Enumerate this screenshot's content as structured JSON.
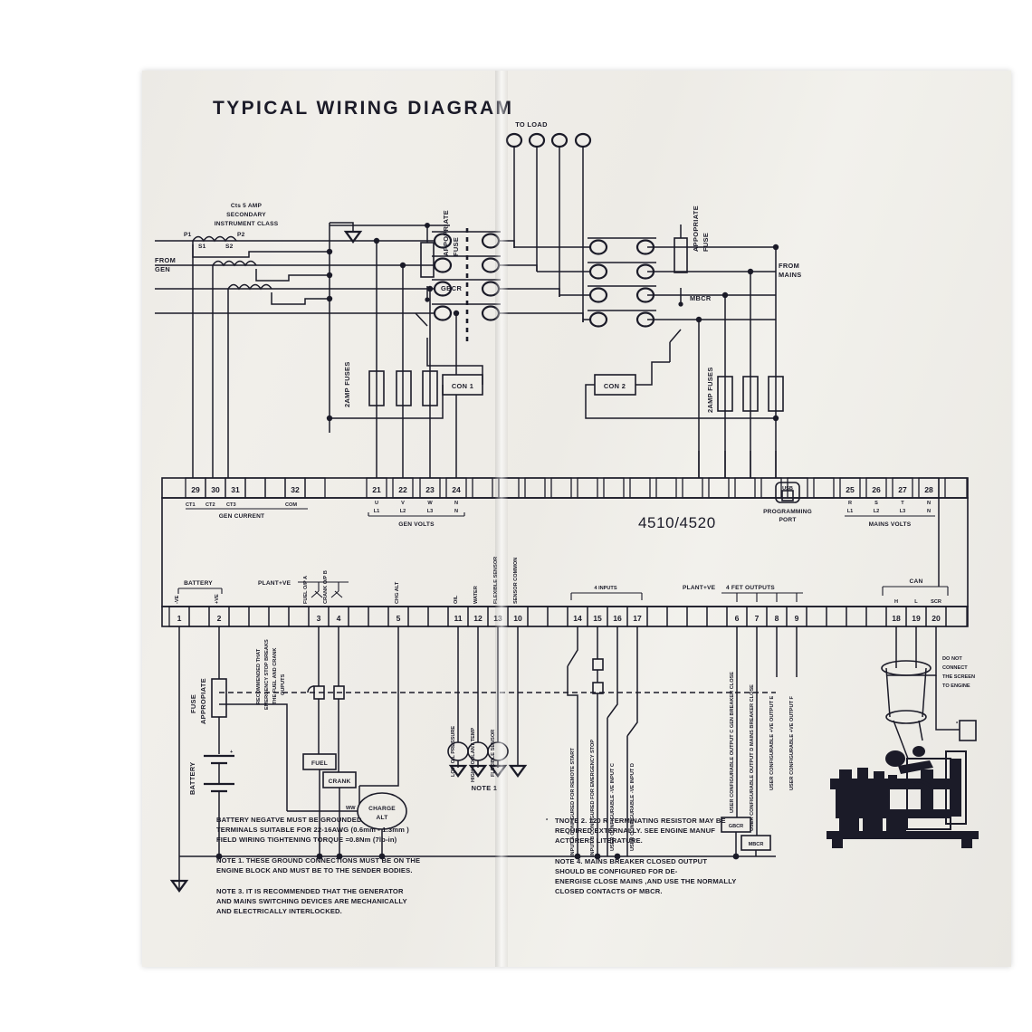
{
  "document": {
    "title": "TYPICAL WIRING DIAGRAM",
    "controller_model": "4510/4520"
  },
  "labels": {
    "to_load": "TO LOAD",
    "from_gen": "FROM GEN",
    "from_mains": "FROM MAINS",
    "ct_note": "Cts 5 AMP SECONDARY INSTRUMENT CLASS",
    "ct_p1": "P1",
    "ct_p2": "P2",
    "ct_s1": "S1",
    "ct_s2": "S2",
    "fuses_2amp_left": "2AMP FUSES",
    "fuses_2amp_right": "2AMP FUSES",
    "approp_fuse_gen": "APPOPRIATE FUSE",
    "approp_fuse_mains": "APPOPRIATE FUSE",
    "approp_fuse_batt": "APPROPIATE FUSE",
    "gbcr": "GBCR",
    "mbcr": "MBCR",
    "con1": "CON 1",
    "con2": "CON 2",
    "gen_current": "GEN CURRENT",
    "gen_volts": "GEN VOLTS",
    "mains_volts": "MAINS VOLTS",
    "programming_port": "PROGRAMMING PORT",
    "usb": "USB",
    "battery_group": "BATTERY",
    "battery": "BATTERY",
    "plant_ve": "PLANT+VE",
    "plant_ve_fet": "PLANT+VE",
    "fet_outputs": "4 FET OUTPUTS",
    "four_inputs": "4 INPUTS",
    "can": "CAN",
    "can_h": "H",
    "can_l": "L",
    "can_scr": "SCR",
    "do_not_connect": "DO NOT CONNECT THE SCREEN TO ENGINE",
    "note1_marker": "NOTE 1",
    "fuel": "FUEL",
    "crank": "CRANK",
    "charge_alt": "CHARGE ALT",
    "ww": "WW",
    "emergency_stop_note": "RECOMMENDED THAT EMERGENCY STOP BREAKS THE FUEL AND CRANK OUPUTS",
    "com": "COM"
  },
  "terminals": {
    "gen_current_row": [
      {
        "num": "29",
        "sub": "CT1"
      },
      {
        "num": "30",
        "sub": "CT2"
      },
      {
        "num": "31",
        "sub": "CT3"
      },
      {
        "num": "32",
        "sub": "COM"
      }
    ],
    "gen_volts_row": [
      {
        "num": "21",
        "sub": "L1",
        "phase": "U"
      },
      {
        "num": "22",
        "sub": "L2",
        "phase": "V"
      },
      {
        "num": "23",
        "sub": "L3",
        "phase": "W"
      },
      {
        "num": "24",
        "sub": "N",
        "phase": "N"
      }
    ],
    "mains_volts_row": [
      {
        "num": "25",
        "sub": "L1",
        "phase": "R"
      },
      {
        "num": "26",
        "sub": "L2",
        "phase": "S"
      },
      {
        "num": "27",
        "sub": "L3",
        "phase": "T"
      },
      {
        "num": "28",
        "sub": "N",
        "phase": "N"
      }
    ],
    "bottom_row": [
      {
        "num": "1",
        "sub": "-VE"
      },
      {
        "num": "2",
        "sub": "+VE"
      },
      {
        "num": "3",
        "sub": "FUEL"
      },
      {
        "num": "4",
        "sub": "CRANK"
      },
      {
        "num": "5",
        "sub": "CHG ALT"
      },
      {
        "num": "11",
        "sub": "OIL"
      },
      {
        "num": "12",
        "sub": "WATER"
      },
      {
        "num": "13",
        "sub": "FLEXIBLE SENSOR"
      },
      {
        "num": "10",
        "sub": "SENSOR COMMON"
      },
      {
        "num": "14",
        "sub": ""
      },
      {
        "num": "15",
        "sub": ""
      },
      {
        "num": "16",
        "sub": ""
      },
      {
        "num": "17",
        "sub": ""
      },
      {
        "num": "6",
        "sub": ""
      },
      {
        "num": "7",
        "sub": ""
      },
      {
        "num": "8",
        "sub": ""
      },
      {
        "num": "9",
        "sub": ""
      },
      {
        "num": "18",
        "sub": "H"
      },
      {
        "num": "19",
        "sub": "L"
      },
      {
        "num": "20",
        "sub": "SCR"
      }
    ],
    "output_labels": {
      "fuel_oip_a": "FUEL O/P A",
      "crank_oip_b": "CRANK O/P B"
    }
  },
  "vertical_labels": {
    "low_oil_pressure": "LOW OIL PRESSURE",
    "high_coolant_temp": "HIGH COOLANT TEMP",
    "flexible_sensor": "FLEXIBLE SENSOR",
    "input_a": "INPUT A CONFIGURED FOR REMOTE START",
    "input_b": "INPUT B CONFIGURED FOR EMERGENCY STOP",
    "input_c": "USER CONFIGURABLE -VE INPUT C",
    "input_d": "USER CONFIGURABLE -VE INPUT D",
    "output_c": "USER CONFIGURABLE OUTPUT C GEN BREAKER CLOSE",
    "output_d": "USER CONFIGURABLE OUTPUT D MAINS BREAKER CLOSE",
    "output_e": "USER CONFIGURABLE +VE OUTPUT E",
    "output_f": "USER CONFIGURABLE +VE OUTPUT F"
  },
  "notes": {
    "left": [
      "BATTERY NEGATVE MUST BE GROUNDED",
      "TERMINALS SUITABLE FOR 22-16AWG (0.6mm - 1.3mm )",
      "FIELD WIRING TIGHTENING TORQUE =0.8Nm (7lb-in)",
      "",
      "NOTE 1.  THESE GROUND CONNECTIONS MUST BE ON THE",
      "ENGINE BLOCK AND MUST BE TO THE SENDER BODIES.",
      "",
      "NOTE 3.  IT IS RECOMMENDED THAT THE GENERATOR",
      "AND MAINS SWITCHING DEVICES ARE MECHANICALLY",
      "AND ELECTRICALLY INTERLOCKED."
    ],
    "right": [
      "TNOTE 2.  120 R TERMINATING RESISTOR MAY BE",
      "REQUIRED EXTERNALLY. SEE ENGINE MANUF",
      "ACTURERS LITERATURE.",
      "",
      "NOTE 4.  MAINS BREAKER CLOSED OUTPUT",
      "SHOULD BE CONFIGURED FOR DE-",
      "ENERGISE CLOSE MAINS ,AND USE THE NORMALLY",
      "CLOSED CONTACTS OF MBCR."
    ]
  },
  "colors": {
    "ink": "#1b1b28",
    "paper": "#eeece7"
  }
}
